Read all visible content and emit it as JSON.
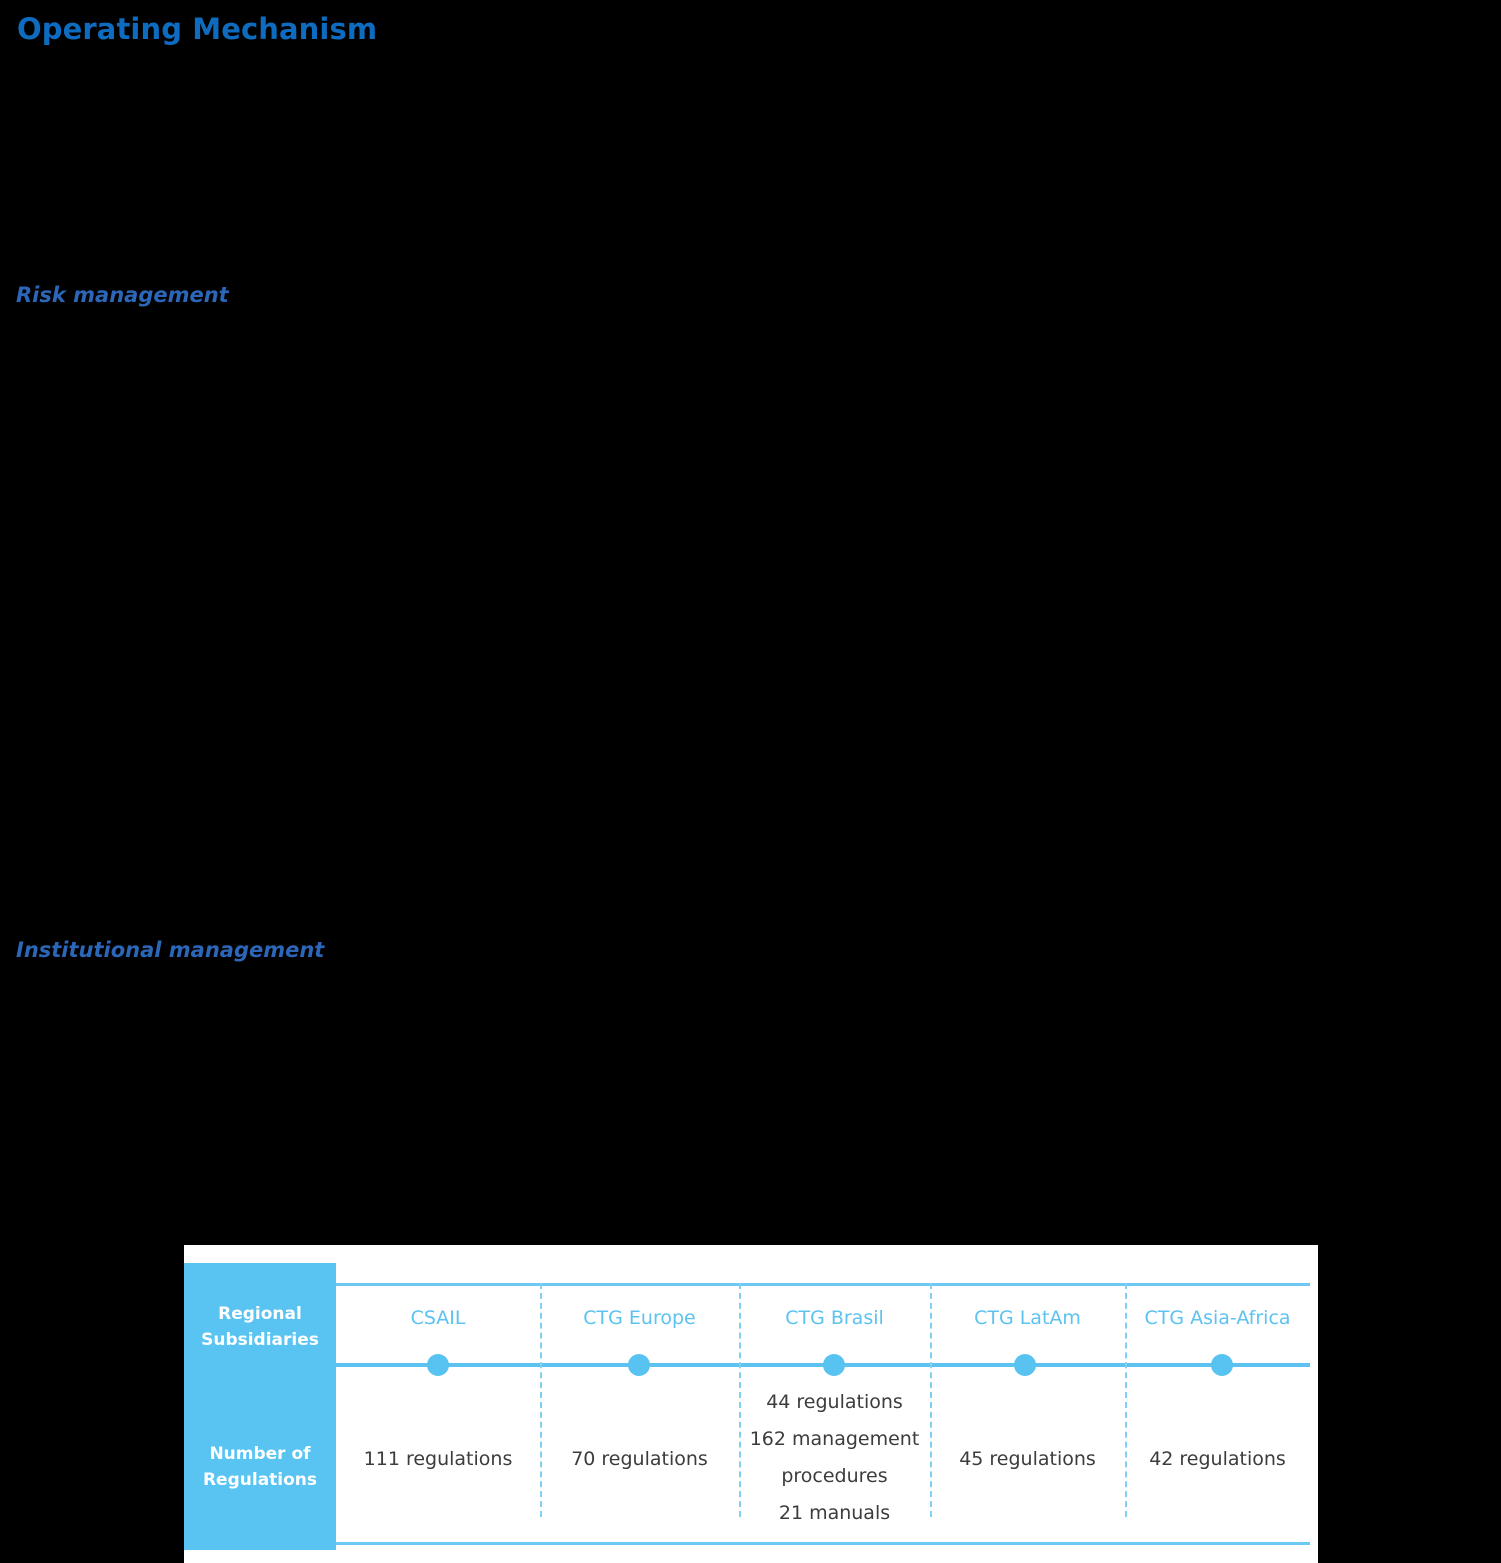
{
  "page": {
    "title": "Operating Mechanism",
    "sections": [
      {
        "heading": "Risk management"
      },
      {
        "heading": "Institutional management"
      }
    ]
  },
  "colors": {
    "title_blue": "#0d6cbf",
    "heading_blue": "#2b66b8",
    "accent_blue": "#59c4f2",
    "line_blue": "#6ec9f2",
    "dot_blue": "#58c2f0",
    "text_gray": "#3c3c3c",
    "panel_bg": "#ffffff",
    "page_bg": "#000000"
  },
  "subsidiaries_table": {
    "row_labels": {
      "regional_subsidiaries": [
        "Regional",
        "Subsidiaries"
      ],
      "number_of_regulations": [
        "Number of",
        "Regulations"
      ]
    },
    "columns": [
      {
        "header": "CSAIL",
        "values": [
          "111 regulations"
        ]
      },
      {
        "header": "CTG Europe",
        "values": [
          "70 regulations"
        ]
      },
      {
        "header": "CTG Brasil",
        "values": [
          "44 regulations",
          "162 management procedures",
          "21 manuals"
        ]
      },
      {
        "header": "CTG LatAm",
        "values": [
          "45 regulations"
        ]
      },
      {
        "header": "CTG Asia-Africa",
        "values": [
          "42 regulations"
        ]
      }
    ]
  }
}
